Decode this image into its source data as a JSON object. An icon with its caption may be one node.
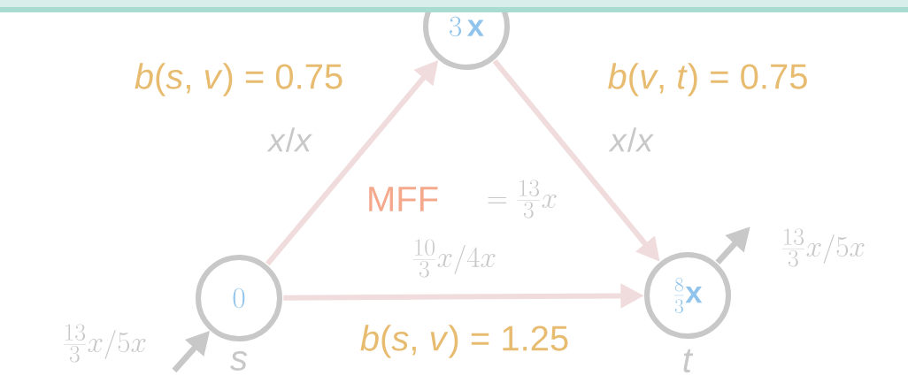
{
  "diagram": {
    "nodes": [
      {
        "text": [
          "3\\,\\mathbf{x}"
        ]
      },
      {
        "text": [
          "0"
        ],
        "beside": [
          "*s*"
        ]
      },
      {
        "text": [
          "\\frac{8}{3}\\mathbf{x}"
        ],
        "beside": [
          "*t*"
        ]
      }
    ],
    "edges": [
      {
        "from": 1,
        "to": 0,
        "arrow": "to",
        "label": "*x*/*x*"
      },
      {
        "from": 0,
        "to": 2,
        "arrow": "to",
        "label": "*x*/*x*"
      },
      {
        "from": 1,
        "to": 2,
        "arrow": "to",
        "label": "\\frac{10}{3}x/4x"
      },
      {
        "from": null,
        "to": 1,
        "arrow": "to",
        "label": "\\frac{13}{3}x/5x",
        "color": "#c8c8c8"
      },
      {
        "from": 2,
        "to": null,
        "arrow": "to",
        "label": "\\frac{13}{3}x/5x",
        "color": "#c8c8c8"
      }
    ],
    "labels": [
      "*b*(*s*, *v*) = 0.75",
      "*b*(*v*, *t*) = 0.75",
      "MFF",
      "= \\frac{13}{3}x",
      "*b*(*s*, *v*) = 1.25"
    ]
  }
}
